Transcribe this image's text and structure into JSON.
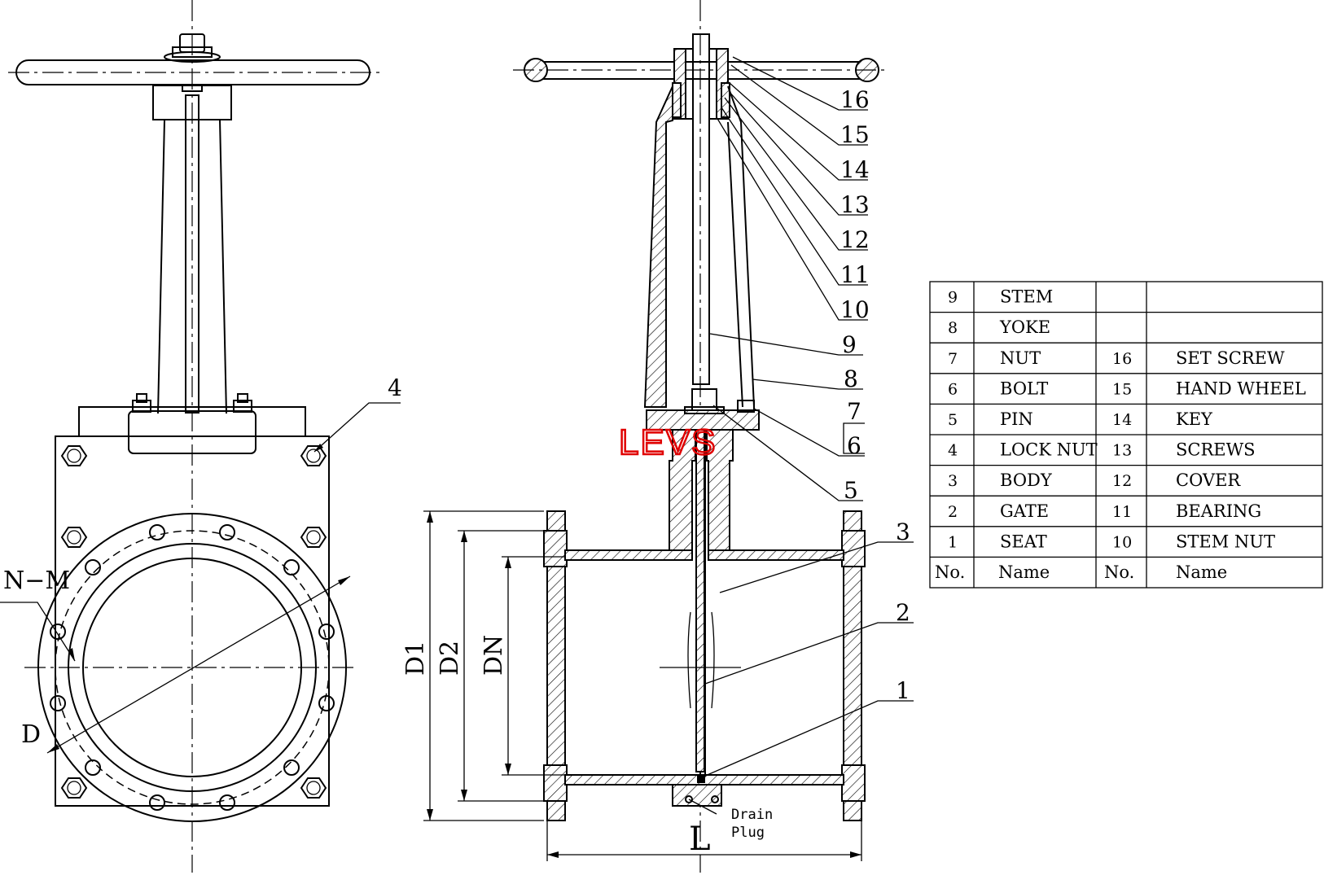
{
  "brand": {
    "text": "LEVS",
    "color": "#e00000"
  },
  "left_view": {
    "callout_4": "4",
    "label_nm": "N−M",
    "label_d": "D"
  },
  "section_view": {
    "callouts": [
      "16",
      "15",
      "14",
      "13",
      "12",
      "11",
      "10",
      "9",
      "8",
      "7",
      "6",
      "5",
      "3",
      "2",
      "1"
    ],
    "dims": {
      "d1": "D1",
      "d2": "D2",
      "dn": "DN",
      "l": "L"
    },
    "drain_line1": "Drain",
    "drain_line2": "Plug"
  },
  "parts_table": {
    "rows": [
      {
        "no": "9",
        "name": "STEM",
        "no2": "",
        "name2": ""
      },
      {
        "no": "8",
        "name": "YOKE",
        "no2": "",
        "name2": ""
      },
      {
        "no": "7",
        "name": "NUT",
        "no2": "16",
        "name2": "SET SCREW"
      },
      {
        "no": "6",
        "name": "BOLT",
        "no2": "15",
        "name2": "HAND WHEEL"
      },
      {
        "no": "5",
        "name": "PIN",
        "no2": "14",
        "name2": "KEY"
      },
      {
        "no": "4",
        "name": "LOCK NUT",
        "no2": "13",
        "name2": "SCREWS"
      },
      {
        "no": "3",
        "name": "BODY",
        "no2": "12",
        "name2": "COVER"
      },
      {
        "no": "2",
        "name": "GATE",
        "no2": "11",
        "name2": "BEARING"
      },
      {
        "no": "1",
        "name": "SEAT",
        "no2": "10",
        "name2": "STEM NUT"
      }
    ],
    "header": {
      "no": "No.",
      "name": "Name",
      "no2": "No.",
      "name2": "Name"
    }
  }
}
